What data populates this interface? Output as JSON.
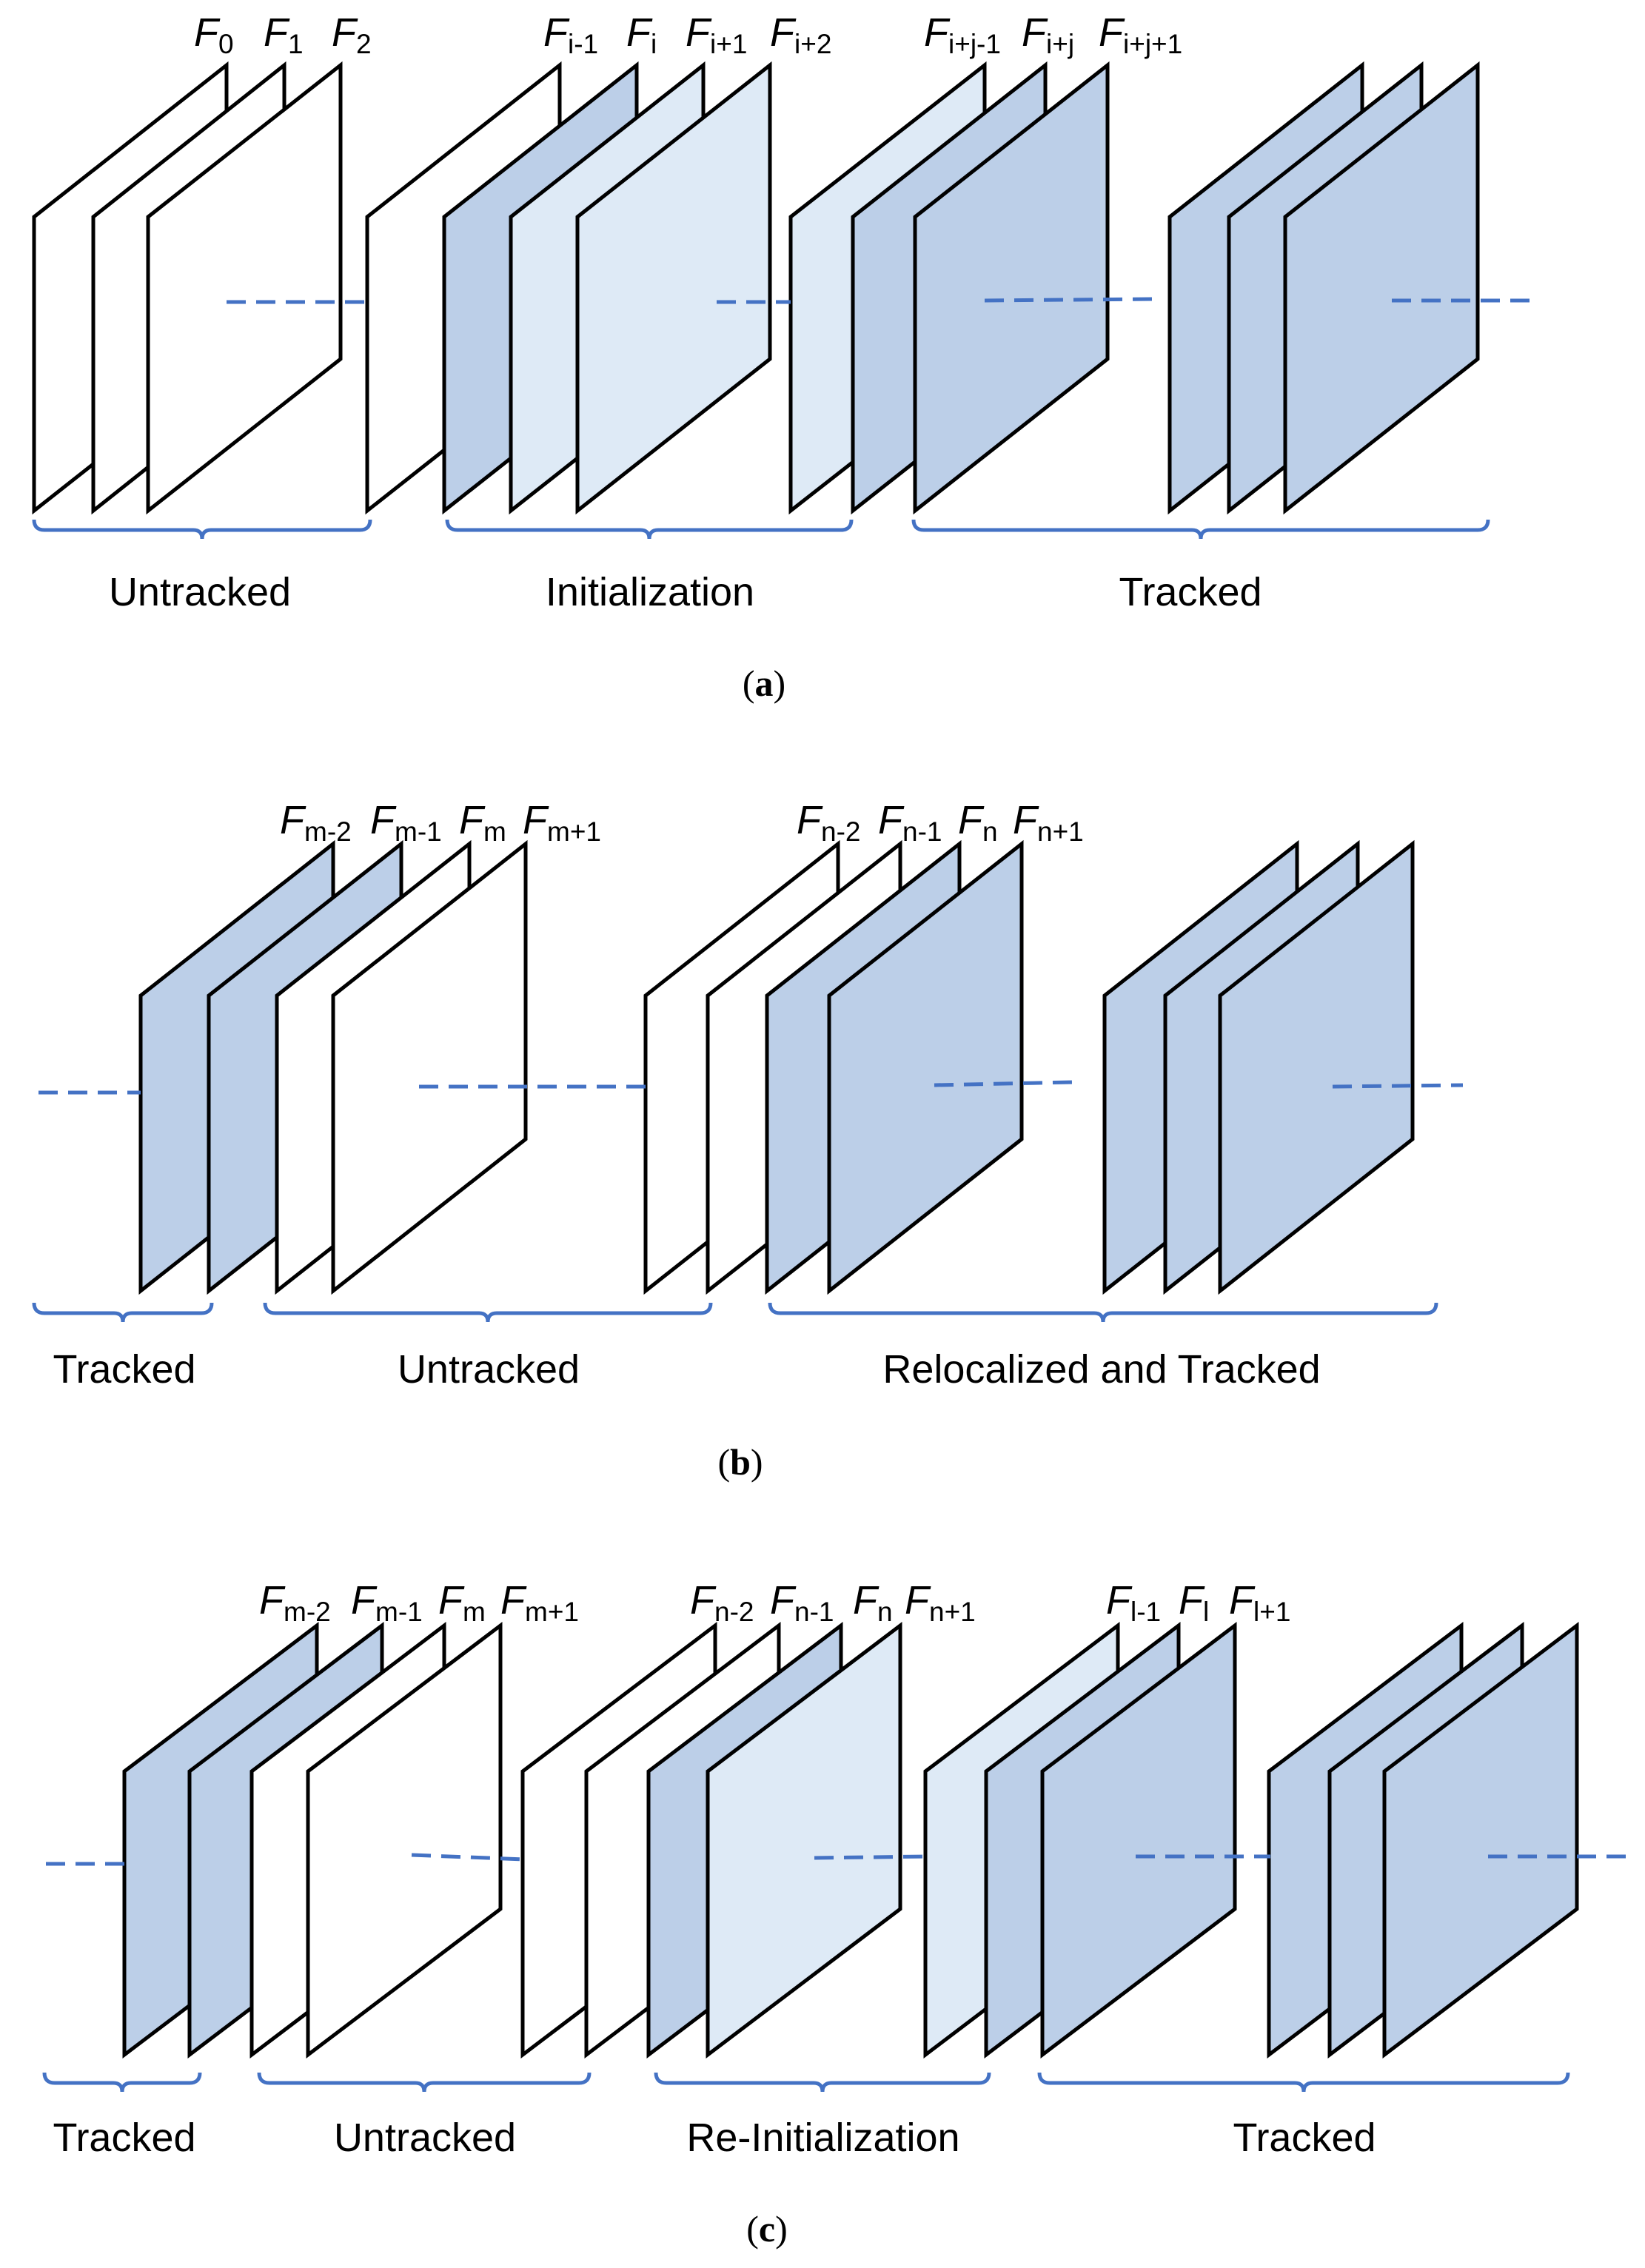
{
  "colors": {
    "stroke": "#000000",
    "white": "#ffffff",
    "mid_blue": "#bccfe8",
    "light_blue": "#deeaf6",
    "accent": "#4472c4"
  },
  "panels": [
    {
      "id": "a",
      "caption": "a",
      "frame_labels": [
        {
          "letter": "F",
          "sub": "0"
        },
        {
          "letter": "F",
          "sub": "1"
        },
        {
          "letter": "F",
          "sub": "2"
        },
        {
          "letter": "F",
          "sub": "i-1"
        },
        {
          "letter": "F",
          "sub": "i"
        },
        {
          "letter": "F",
          "sub": "i+1"
        },
        {
          "letter": "F",
          "sub": "i+2"
        },
        {
          "letter": "F",
          "sub": "i+j-1"
        },
        {
          "letter": "F",
          "sub": "i+j"
        },
        {
          "letter": "F",
          "sub": "i+j+1"
        }
      ],
      "groups": [
        "Untracked",
        "Initialization",
        "Tracked"
      ]
    },
    {
      "id": "b",
      "caption": "b",
      "frame_labels": [
        {
          "letter": "F",
          "sub": "m-2"
        },
        {
          "letter": "F",
          "sub": "m-1"
        },
        {
          "letter": "F",
          "sub": "m"
        },
        {
          "letter": "F",
          "sub": "m+1"
        },
        {
          "letter": "F",
          "sub": "n-2"
        },
        {
          "letter": "F",
          "sub": "n-1"
        },
        {
          "letter": "F",
          "sub": "n"
        },
        {
          "letter": "F",
          "sub": "n+1"
        }
      ],
      "groups": [
        "Tracked",
        "Untracked",
        "Relocalized and Tracked"
      ]
    },
    {
      "id": "c",
      "caption": "c",
      "frame_labels": [
        {
          "letter": "F",
          "sub": "m-2"
        },
        {
          "letter": "F",
          "sub": "m-1"
        },
        {
          "letter": "F",
          "sub": "m"
        },
        {
          "letter": "F",
          "sub": "m+1"
        },
        {
          "letter": "F",
          "sub": "n-2"
        },
        {
          "letter": "F",
          "sub": "n-1"
        },
        {
          "letter": "F",
          "sub": "n"
        },
        {
          "letter": "F",
          "sub": "n+1"
        },
        {
          "letter": "F",
          "sub": "l-1"
        },
        {
          "letter": "F",
          "sub": "l"
        },
        {
          "letter": "F",
          "sub": "l+1"
        }
      ],
      "groups": [
        "Tracked",
        "Untracked",
        "Re-Initialization",
        "Tracked"
      ]
    }
  ]
}
